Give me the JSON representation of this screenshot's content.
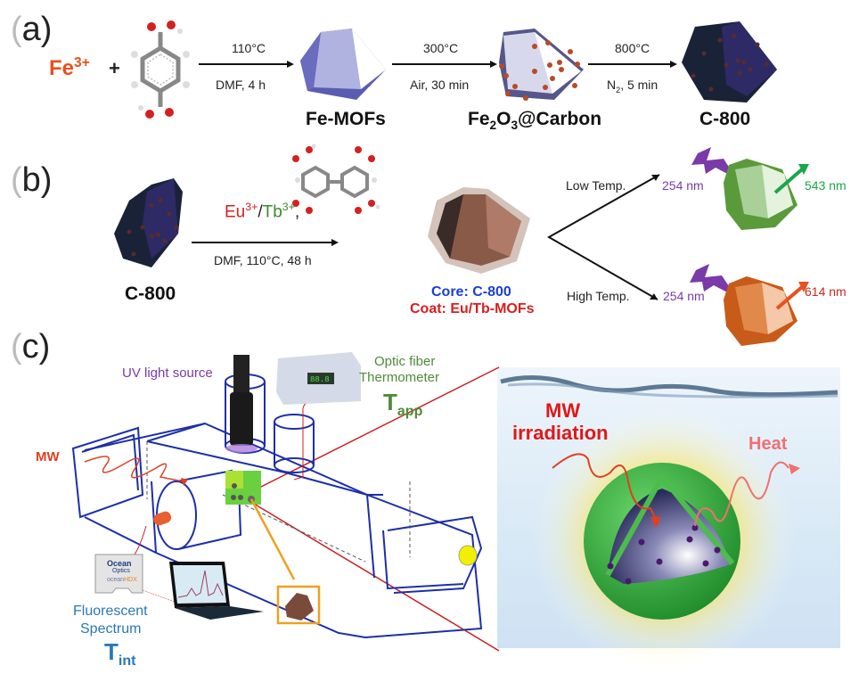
{
  "panels": {
    "a": {
      "label": "a",
      "reactant_ion": "Fe",
      "reactant_ion_charge": "3+",
      "plus": "+",
      "ligand": "terephthalic-acid-molecule",
      "steps": [
        {
          "top": "110°C",
          "bottom": "DMF, 4 h"
        },
        {
          "top": "300°C",
          "bottom": "Air, 30 min"
        },
        {
          "top": "800°C",
          "bottom_prefix": "N",
          "bottom_sub": "2",
          "bottom_suffix": ", 5 min"
        }
      ],
      "products": {
        "fe_mofs": "Fe-MOFs",
        "fe2o3_prefix": "Fe",
        "fe2o3_sub1": "2",
        "fe2o3_mid": "O",
        "fe2o3_sub2": "3",
        "fe2o3_suffix": "@Carbon",
        "c800": "C-800"
      }
    },
    "b": {
      "label": "b",
      "start": "C-800",
      "reagent_eu": "Eu",
      "reagent_eu_charge": "3+",
      "reagent_sep": "/",
      "reagent_tb": "Tb",
      "reagent_tb_charge": "3+",
      "reagent_comma": ",",
      "ligand": "biphenyl-tetracarboxylic-acid-molecule",
      "condition": "DMF, 110°C, 48 h",
      "core_label": "Core: C-800",
      "coat_label": "Coat: Eu/Tb-MOFs",
      "branches": [
        {
          "condition": "Low Temp.",
          "excitation": "254 nm",
          "emission": "543 nm",
          "color": "#1aa64a"
        },
        {
          "condition": "High Temp.",
          "excitation": "254 nm",
          "emission": "614 nm",
          "color": "#e0321e"
        }
      ]
    },
    "c": {
      "label": "c",
      "uv_source": "UV light source",
      "thermometer_line1": "Optic fiber",
      "thermometer_line2": "Thermometer",
      "t_app_main": "T",
      "t_app_sub": "app",
      "mw": "MW",
      "spectrometer_brand1": "Ocean",
      "spectrometer_brand2": "Optics",
      "spectrometer_model_a": "ocean",
      "spectrometer_model_b": "HDX",
      "fluor_line1": "Fluorescent",
      "fluor_line2": "Spectrum",
      "t_int_main": "T",
      "t_int_sub": "int",
      "inset_mw_line1": "MW",
      "inset_mw_line2": "irradiation",
      "inset_heat": "Heat"
    }
  },
  "colors": {
    "fe_ion": "#e8501e",
    "eu": "#d42020",
    "tb": "#3a8a2a",
    "core": "#1a3fd0",
    "coat": "#d81e1e",
    "purple": "#7a3aa8",
    "green_text": "#4f8a3a",
    "blue_text": "#2a78b8",
    "mw_red": "#e04020",
    "cavity_blue": "#1d2fa8"
  }
}
